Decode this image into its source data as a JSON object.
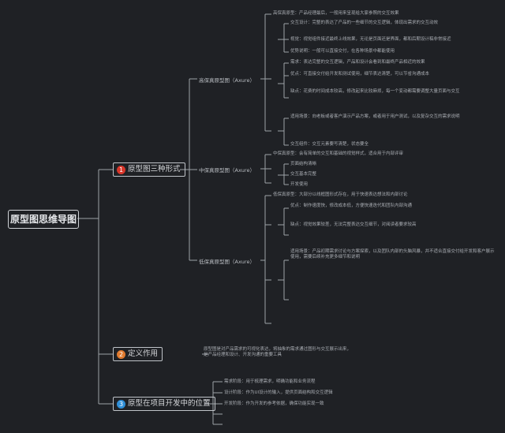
{
  "root": {
    "label": "原型图思维导图"
  },
  "branches": [
    {
      "label": "原型图三种形式",
      "num": "1",
      "color": "#d9362a"
    },
    {
      "label": "定义作用",
      "num": "2",
      "color": "#e07a2e"
    },
    {
      "label": "原型在项目开发中的位置",
      "num": "3",
      "color": "#2f8fd8"
    }
  ],
  "sub": [
    {
      "label": "高保真原型图（Axure）"
    },
    {
      "label": "中保真原型图（Axure）"
    },
    {
      "label": "低保真原型图（Axure）"
    }
  ],
  "leaves": {
    "hifi_intro": "高保真原型：产品经理最后，一般用来呈现给大家参照的交互效果",
    "hifi_a": "交互设计：完整的表达了产品的一些细节的交互逻辑，体现出需求的交互动效",
    "hifi_b": "视觉：视觉组件接近最终上线效果，无论是页面还是界面，都和后期设计稿非常接近",
    "hifi_c": "优势说明：一般可以直接交付，在各种场景中都能使用",
    "hifi_d": "需求：表达完整的交互逻辑，产品和设计会看到和最终产品相近的效果",
    "hifi_e": "优点：可直接交付给开发和测试使用，细节表达清楚，可以节省沟通成本",
    "hifi_f": "缺点：花费的时间成本较高，修改起来比较麻烦，每一个变动都需要调整大量页面与交互",
    "hifi_g": "适用场景：向老板或者客户演示产品方案，或者用于用户测试，以及复杂交互的需求说明",
    "hifi_h": "交互组件：交互元素要写清楚，状态要全",
    "mid_intro": "中保真原型：会有简单的交互和基础的视觉样式，适合用于内部评审",
    "mid_a": "页面结构清晰",
    "mid_b": "交互基本完整",
    "mid_c": "开发使用",
    "low_intro": "低保真原型：大部分以线框图形式存在，用于快速表达想法和内部讨论",
    "low_a": "优点：制作速度快，修改成本低，方便快速迭代和团队内部沟通",
    "low_b": "缺点：视觉效果较差，无法完整表达交互细节，对阅读者要求较高",
    "low_c": "适用场景：产品初期需求讨论与方案探索，以及团队内部的头脑风暴，并不适合直接交付给开发和客户展示使用，需要后续补充更多细节和说明",
    "def_text": "原型图是对产品需求的可视化表达，将抽象的需求通过图形与交互展示出来，是产品经理和设计、开发沟通的重要工具",
    "pos_a": "需求阶段：用于梳理需求，明确功能和业务流程",
    "pos_b": "设计阶段：作为UI设计的输入，提供页面结构和交互逻辑",
    "pos_c": "开发阶段：作为开发的参考依据，确保功能实现一致"
  }
}
